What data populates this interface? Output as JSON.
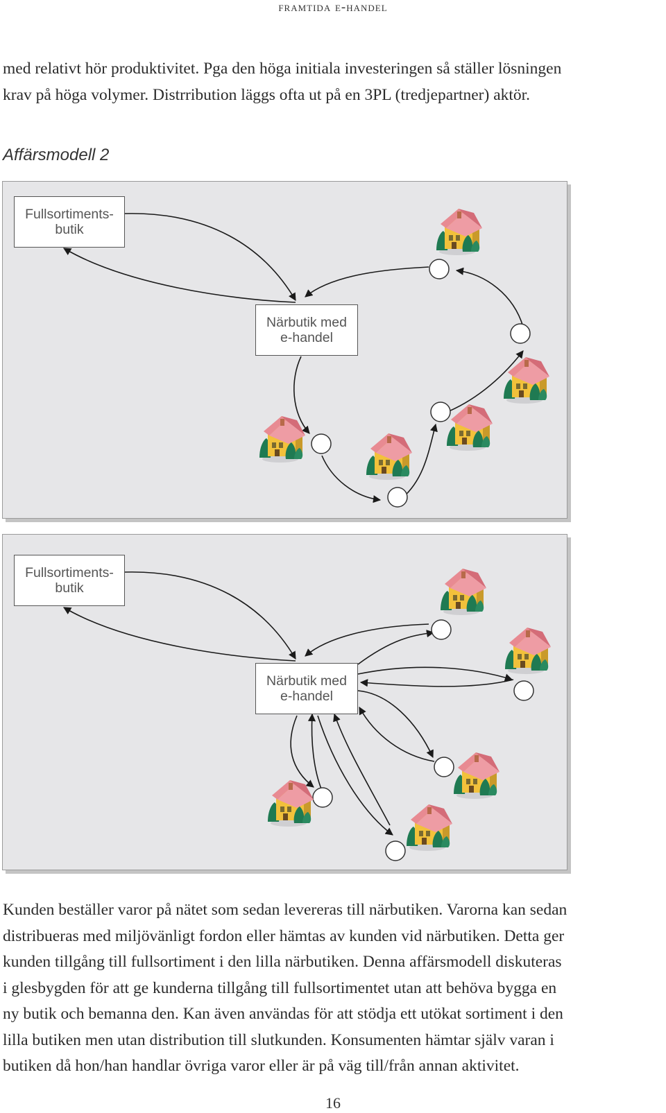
{
  "header": {
    "running_title": "framtida e-handel"
  },
  "intro": {
    "lines": [
      "med relativt hör produktivitet. Pga den höga initiala investeringen så ställer lösningen",
      "krav på höga volymer. Distrribution läggs ofta ut på en 3PL (tredjepartner) aktör."
    ]
  },
  "figure": {
    "title": "Affärsmodell 2",
    "top_panel": {
      "full_store": [
        "Fullsortiments-",
        "butik"
      ],
      "near_store": [
        "Närbutik med",
        "e-handel"
      ]
    },
    "bottom_panel": {
      "full_store": [
        "Fullsortiments-",
        "butik"
      ],
      "near_store": [
        "Närbutik med",
        "e-handel"
      ]
    },
    "icons": [
      "house-icon",
      "delivery-stop-icon"
    ]
  },
  "body": {
    "lines": [
      "Kunden beställer varor på nätet som sedan levereras till närbutiken. Varorna kan sedan",
      "distribueras med miljövänligt fordon eller hämtas av kunden vid närbutiken. Detta ger",
      "kunden tillgång till fullsortiment i den lilla närbutiken. Denna affärsmodell diskuteras",
      "i glesbygden för att ge kunderna tillgång till fullsortimentet utan att behöva bygga en",
      "ny butik och bemanna den. Kan även användas för att stödja ett utökat sortiment i den",
      "lilla butiken men utan distribution till slutkunden. Konsumenten hämtar själv varan i",
      "butiken då hon/han handlar övriga varor eller är på väg till/från annan aktivitet."
    ]
  },
  "footer": {
    "page_number": "16"
  },
  "colors": {
    "panel": "#e6e6e8",
    "roof": "#e88a92",
    "wall": "#f2c13b",
    "tree": "#1f7a52",
    "arrow": "#1a1a1a"
  }
}
